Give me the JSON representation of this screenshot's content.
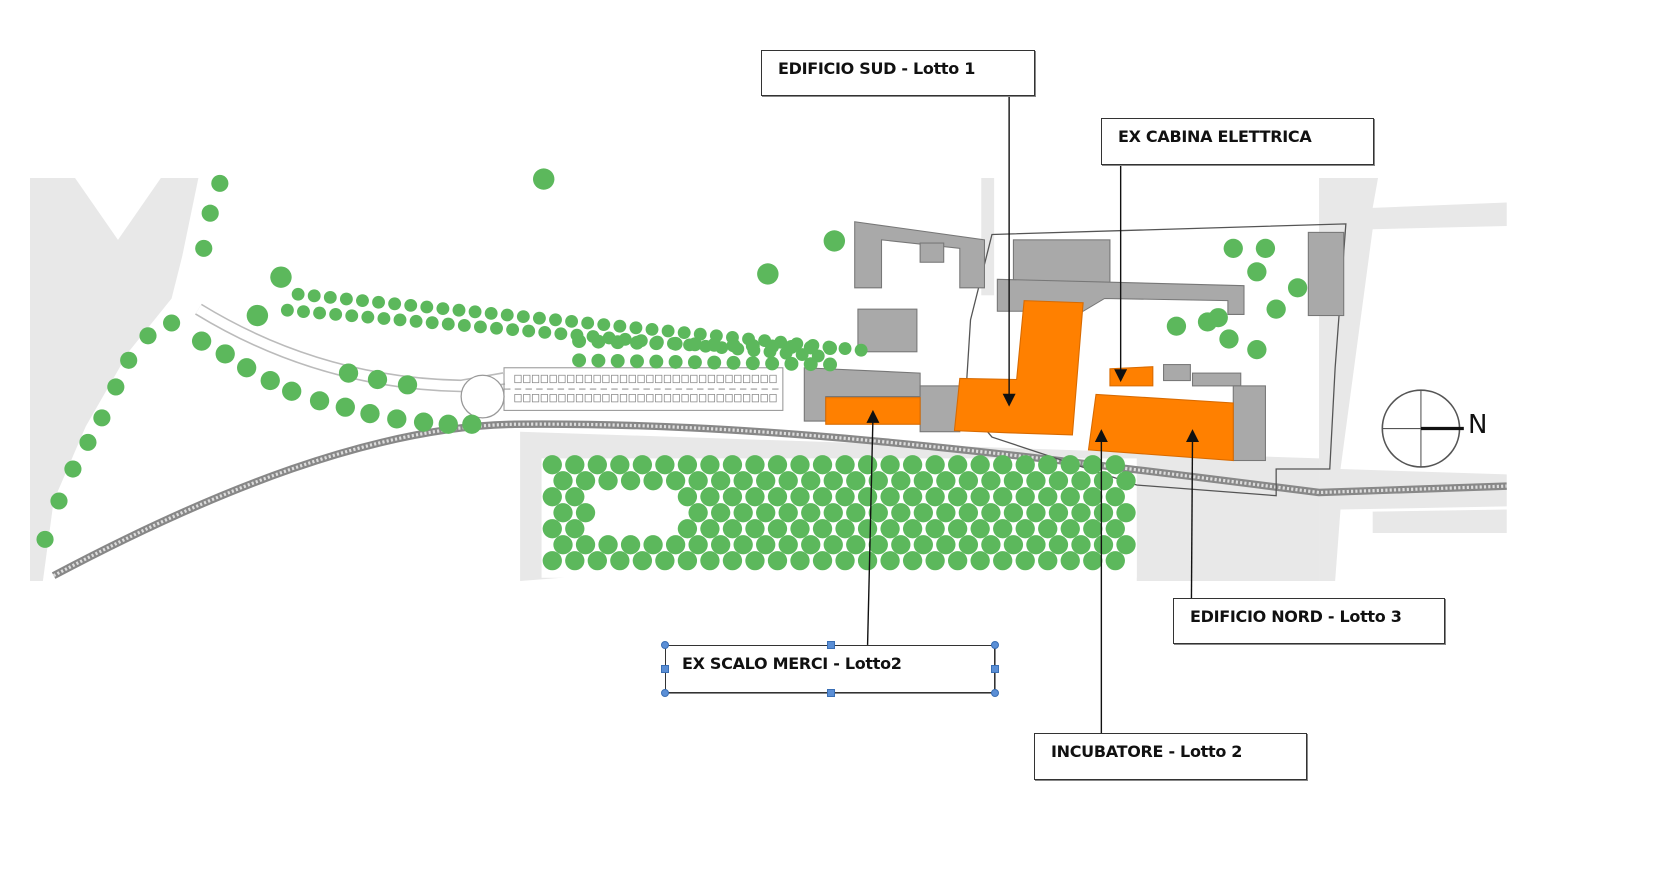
{
  "labels": {
    "edificio_sud": "EDIFICIO SUD - Lotto 1",
    "ex_cabina": "EX CABINA ELETTRICA",
    "ex_scalo": "EX SCALO MERCI - Lotto2",
    "edificio_nord": "EDIFICIO NORD - Lotto 3",
    "incubatore": "INCUBATORE - Lotto 2"
  },
  "compass": {
    "north_label": "N"
  },
  "colors": {
    "highlight": "#ff8000",
    "building": "#a9a9a9",
    "tree": "#5cb85c",
    "ground": "#e8e8e8"
  }
}
